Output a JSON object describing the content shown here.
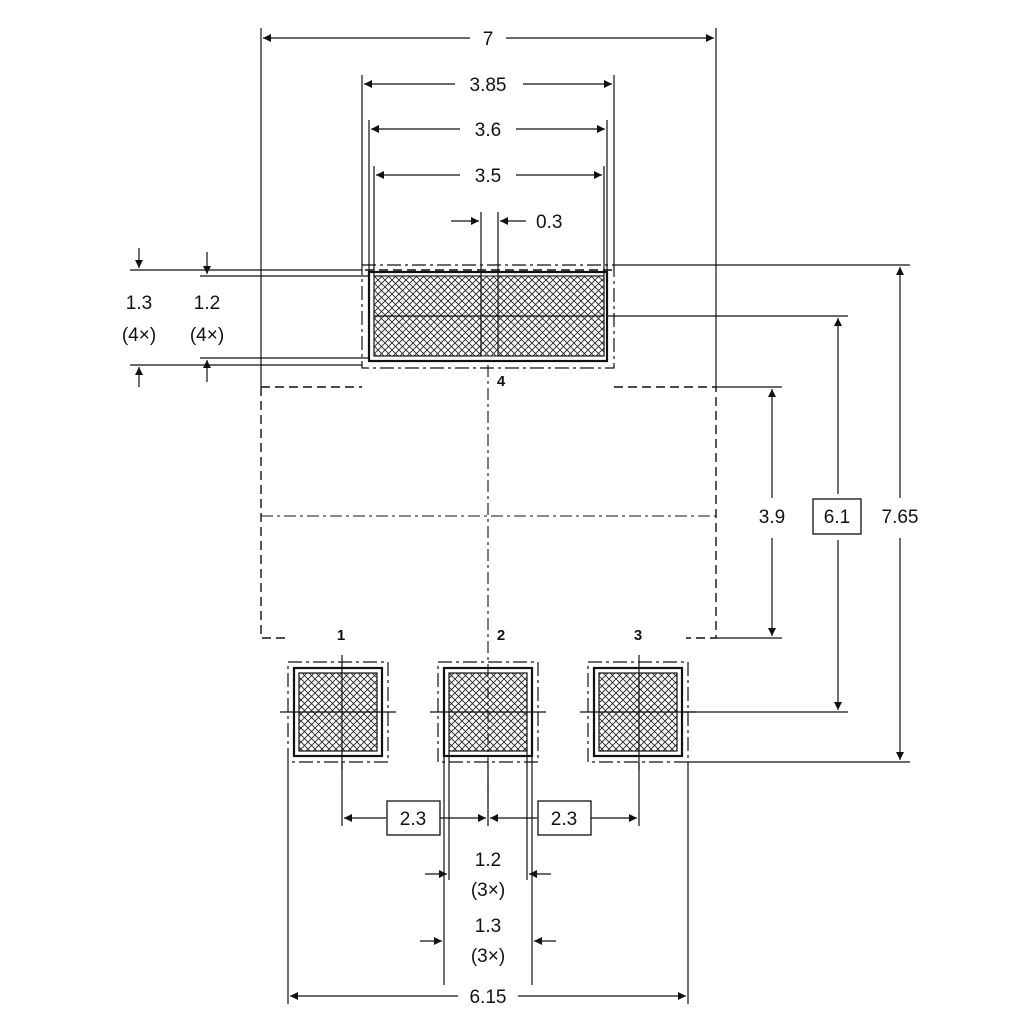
{
  "dimensions": {
    "overall_width": "7",
    "tab_pad_outer": "3.85",
    "tab_pad_mid": "3.6",
    "tab_pad_inner": "3.5",
    "slot_width": "0.3",
    "tab_outer_height": "1.3",
    "tab_outer_count": "(4×)",
    "tab_inner_height": "1.2",
    "tab_inner_count": "(4×)",
    "body_to_pins": "3.9",
    "pin_pitch_box": "6.1",
    "overall_height": "7.65",
    "pitch_left": "2.3",
    "pitch_right": "2.3",
    "pad_inner": "1.2",
    "pad_inner_count": "(3×)",
    "pad_outer": "1.3",
    "pad_outer_count": "(3×)",
    "pins_span": "6.15"
  },
  "pins": {
    "pin1": "1",
    "pin2": "2",
    "pin3": "3",
    "pin4": "4"
  }
}
